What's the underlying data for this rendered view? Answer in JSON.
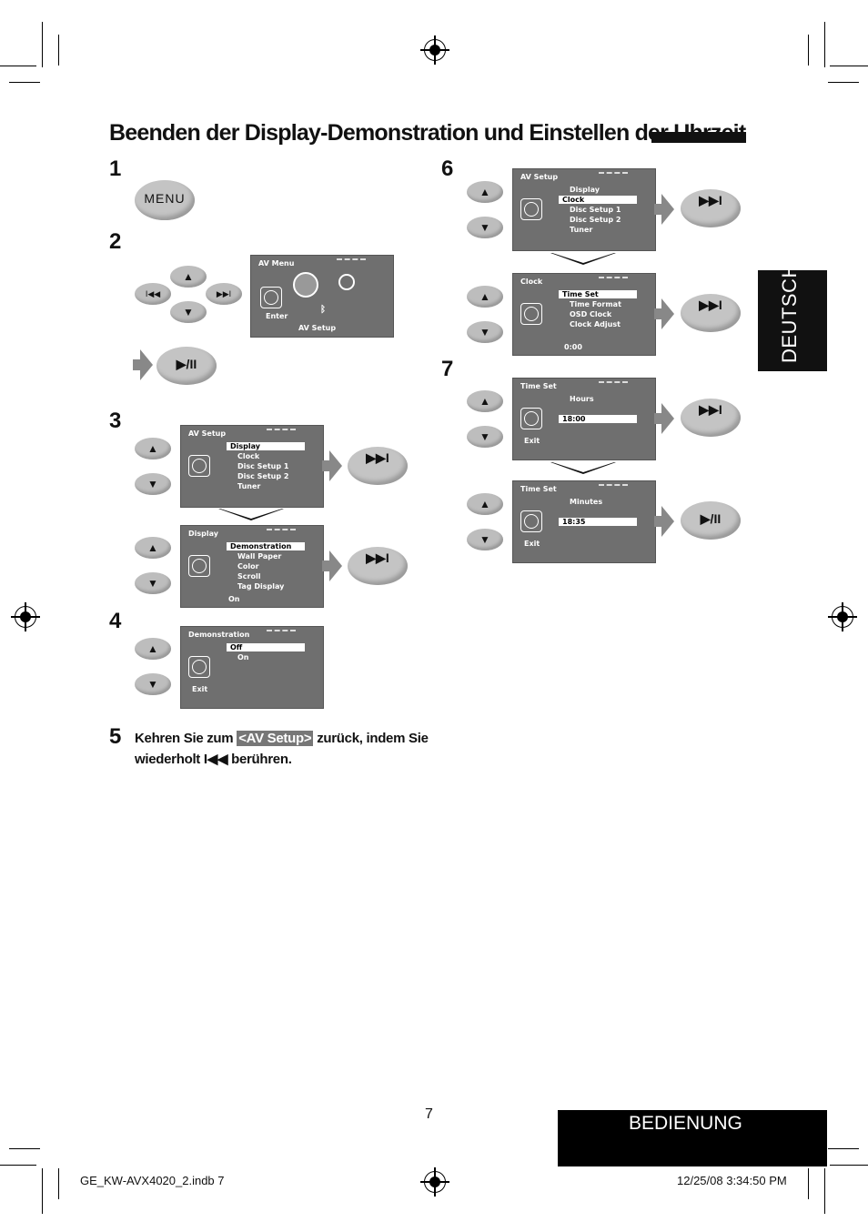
{
  "title": "Beenden der Display-Demonstration und Einstellen der Uhrzeit",
  "side_tab": "DEUTSCH",
  "section": "BEDIENUNG",
  "page_number": "7",
  "footer_left": "GE_KW-AVX4020_2.indb   7",
  "footer_right": "12/25/08   3:34:50 PM",
  "steps": {
    "s1": "1",
    "s2": "2",
    "s3": "3",
    "s4": "4",
    "s5": "5",
    "s6": "6",
    "s7": "7"
  },
  "buttons": {
    "menu": "MENU",
    "up": "▲",
    "down": "▼",
    "prev": "I◀◀",
    "next": "▶▶I",
    "next_up": "▶▶I",
    "play_pause": "▶/II"
  },
  "step5": {
    "text_a": "Kehren Sie zum",
    "highlight": "<AV Setup>",
    "text_b": "zurück, indem Sie",
    "text_c": "wiederholt I◀◀ berühren."
  },
  "screens": {
    "av_menu": {
      "header": "AV Menu",
      "enter": "Enter",
      "label": "AV Setup"
    },
    "av_setup_a": {
      "header": "AV Setup",
      "items": [
        "Display",
        "Clock",
        "Disc Setup 1",
        "Disc Setup 2",
        "Tuner"
      ]
    },
    "display": {
      "header": "Display",
      "items": [
        "Demonstration",
        "Wall Paper",
        "Color",
        "Scroll",
        "Tag Display"
      ],
      "foot": "On"
    },
    "demonstration": {
      "header": "Demonstration",
      "items": [
        "Off",
        "On"
      ],
      "exit": "Exit"
    },
    "av_setup_b": {
      "header": "AV Setup",
      "items": [
        "Display",
        "Clock",
        "Disc Setup 1",
        "Disc Setup 2",
        "Tuner"
      ]
    },
    "clock": {
      "header": "Clock",
      "items": [
        "Time Set",
        "Time Format",
        "OSD Clock",
        "Clock Adjust"
      ],
      "foot": "0:00"
    },
    "time_set_hours": {
      "header": "Time Set",
      "sub": "Hours",
      "value": "18:00",
      "exit": "Exit"
    },
    "time_set_minutes": {
      "header": "Time Set",
      "sub": "Minutes",
      "value": "18:35",
      "exit": "Exit"
    }
  }
}
